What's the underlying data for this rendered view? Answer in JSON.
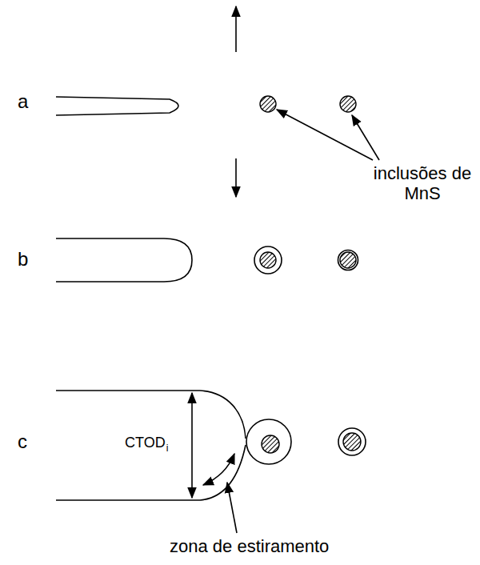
{
  "diagram": {
    "labels": [
      "a",
      "b",
      "c",
      "inclusões de MnS",
      "CTOD",
      "i",
      "zona de estiramento"
    ]
  }
}
